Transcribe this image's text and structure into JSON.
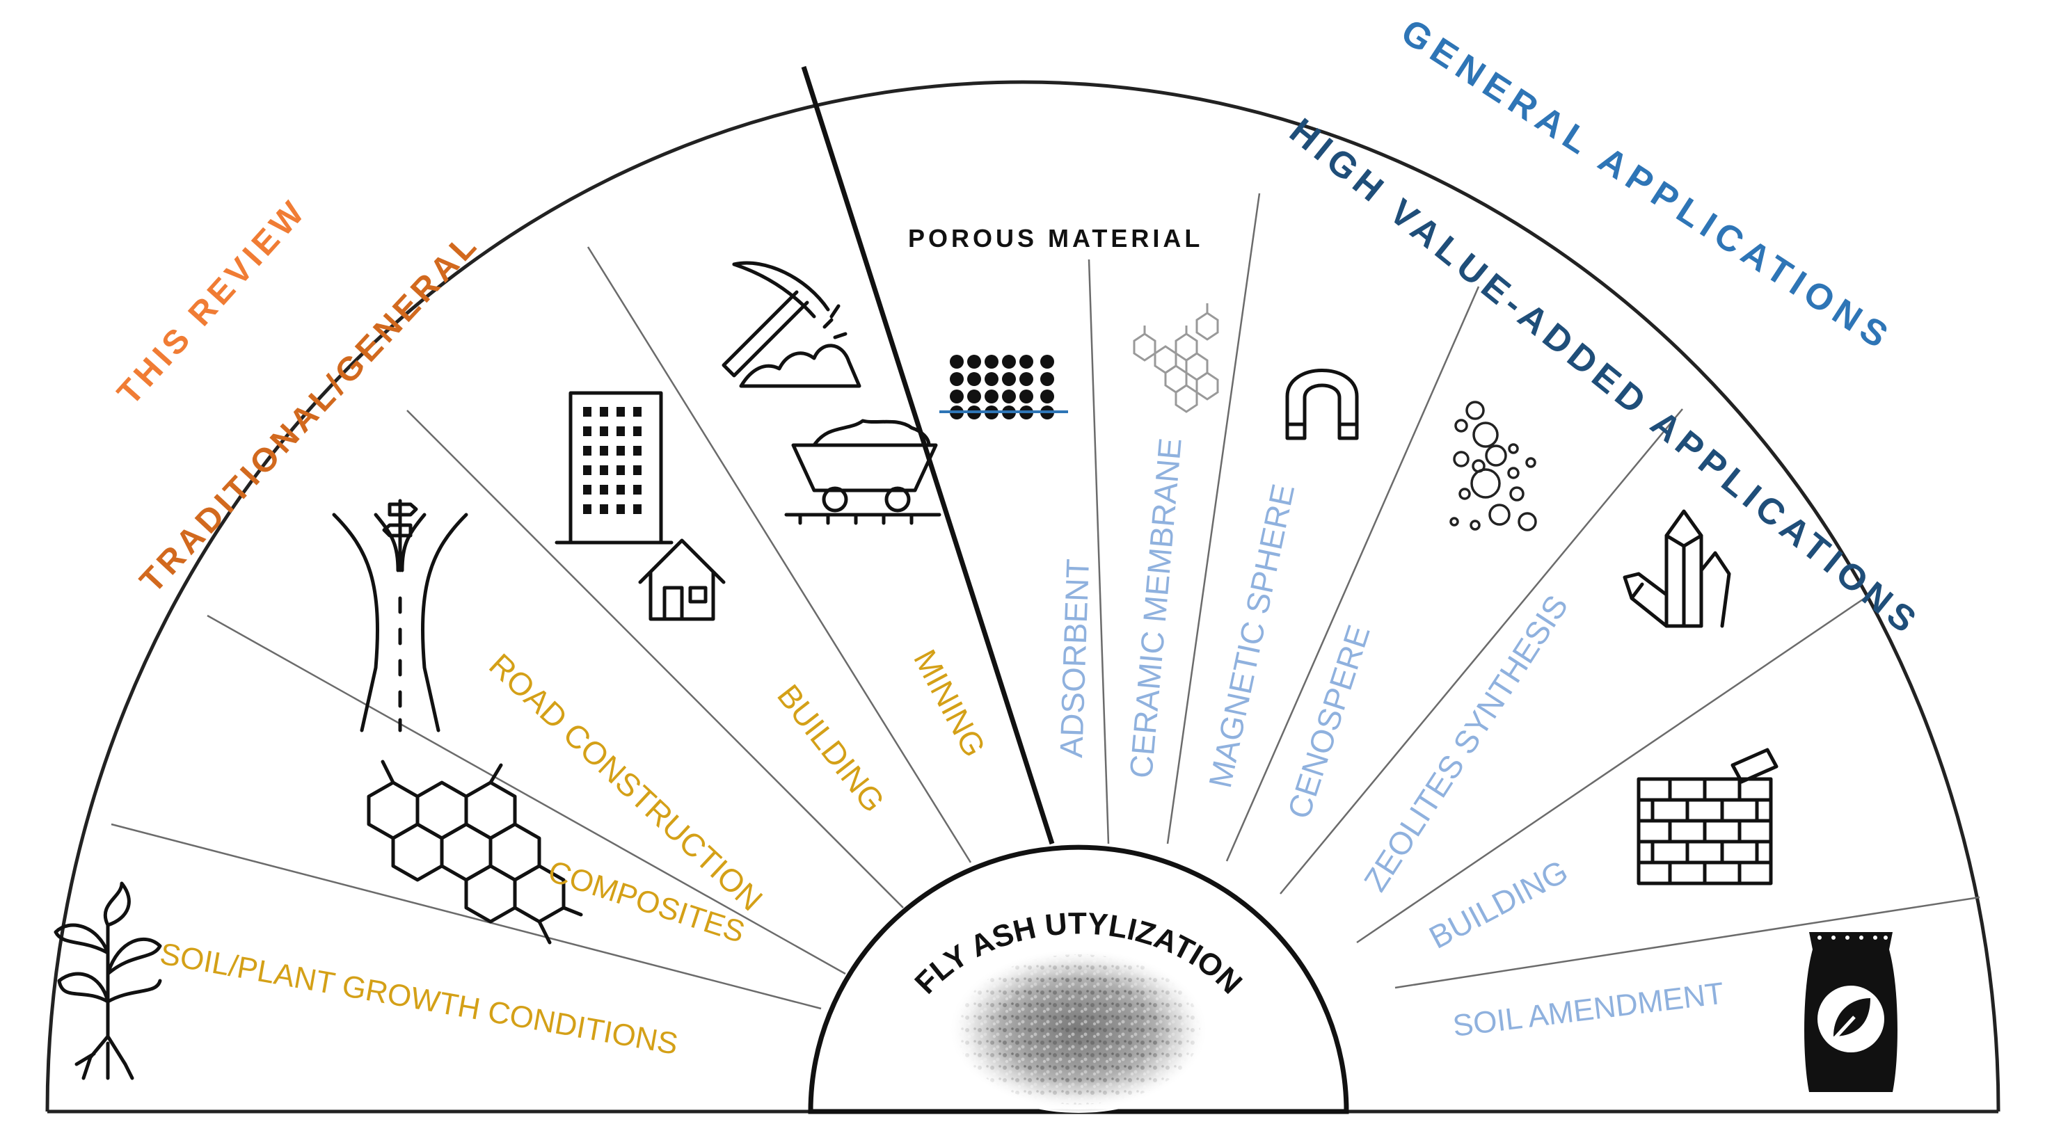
{
  "colors": {
    "orange_bright": "#F07C34",
    "orange_dark": "#D2691E",
    "gold": "#D4A017",
    "light_blue": "#8FB1DE",
    "blue": "#2E75B6",
    "navy": "#1F4E79",
    "black": "#111111",
    "line_gray": "#6b6b6b"
  },
  "headers": {
    "this_review": "THIS  REVIEW",
    "traditional": "TRADITIONAL/GENERAL",
    "general_applications": "GENERAL APPLICATIONS",
    "high_value": "HIGH VALUE-ADDED APPLICATIONS",
    "porous_material": "POROUS MATERIAL"
  },
  "center": {
    "title": "FLY ASH UTYLIZATION",
    "image_icon": "fly-ash-sample-photo"
  },
  "traditional_applications": [
    {
      "label": "SOIL/PLANT GROWTH CONDITIONS",
      "icon": "plant-sprout-icon"
    },
    {
      "label": "COMPOSITES",
      "icon": "hexagon-lattice-icon"
    },
    {
      "label": "ROAD CONSTRUCTION",
      "icon": "road-icon"
    },
    {
      "label": "BUILDING",
      "icon": "building-house-icon"
    },
    {
      "label": "MINING",
      "icon": "pickaxe-minecart-icon"
    }
  ],
  "high_value_applications": [
    {
      "label": "ADSORBENT",
      "icon": "porous-dots-icon"
    },
    {
      "label": "CERAMIC MEMBRANE",
      "icon": "molecular-cluster-icon"
    },
    {
      "label": "MAGNETIC  SPHERE",
      "icon": "magnet-icon"
    },
    {
      "label": "CENOSPERE",
      "icon": "bubbles-icon"
    },
    {
      "label": "ZEOLITES SYNTHESIS",
      "icon": "crystal-icon"
    },
    {
      "label": "BUILDING",
      "icon": "brick-wall-icon"
    },
    {
      "label": "SOIL AMENDMENT",
      "icon": "fertilizer-bag-icon"
    }
  ]
}
